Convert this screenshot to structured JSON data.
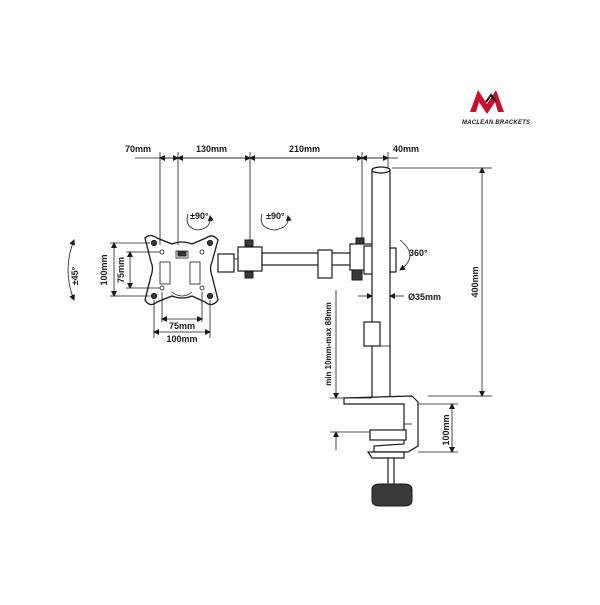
{
  "brand": {
    "name": "MACLEAN BRACKETS",
    "logo_letter": "M",
    "logo_color": "#c8102e"
  },
  "dimensions": {
    "top_70": "70mm",
    "top_130": "130mm",
    "top_210": "210mm",
    "top_40": "40mm",
    "vesa_h_100": "100mm",
    "vesa_h_75": "75mm",
    "vesa_w_75": "75mm",
    "vesa_w_100": "100mm",
    "pole_height": "400mm",
    "pole_diameter": "Ø35mm",
    "desk_thickness": "min 10mm-max 88mm",
    "clamp_depth": "100mm"
  },
  "rotations": {
    "tilt": "±45°",
    "swivel_head": "±90°",
    "swivel_arm": "±90°",
    "pole_rotation": "360°"
  }
}
